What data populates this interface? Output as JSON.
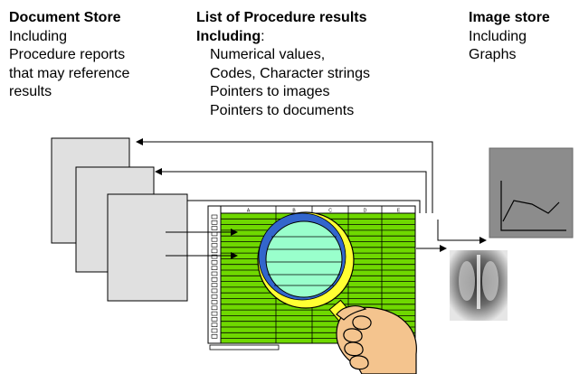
{
  "document_store": {
    "title": "Document Store",
    "lines": [
      "Including",
      "Procedure reports",
      "that may reference",
      "results"
    ]
  },
  "procedure_results": {
    "title": "List of Procedure results",
    "subtitle_bold": "Including",
    "subtitle_rest": ":",
    "items": [
      "Numerical values,",
      "Codes, Character strings",
      "Pointers to images",
      "Pointers to documents"
    ]
  },
  "image_store": {
    "title": "Image store",
    "lines": [
      "Including",
      "Graphs"
    ]
  },
  "spreadsheet": {
    "column_headers": [
      "A",
      "B",
      "C",
      "D",
      "E"
    ]
  },
  "colors": {
    "spreadsheet_fill": "#6fd800",
    "lens_fill": "#99ffcc",
    "lens_rim_blue": "#3366cc",
    "lens_rim_yellow": "#ffff33",
    "document_fill": "#e0e0e0",
    "graph_panel_fill": "#8c8c8c",
    "hand_fill": "#f4c48e"
  }
}
